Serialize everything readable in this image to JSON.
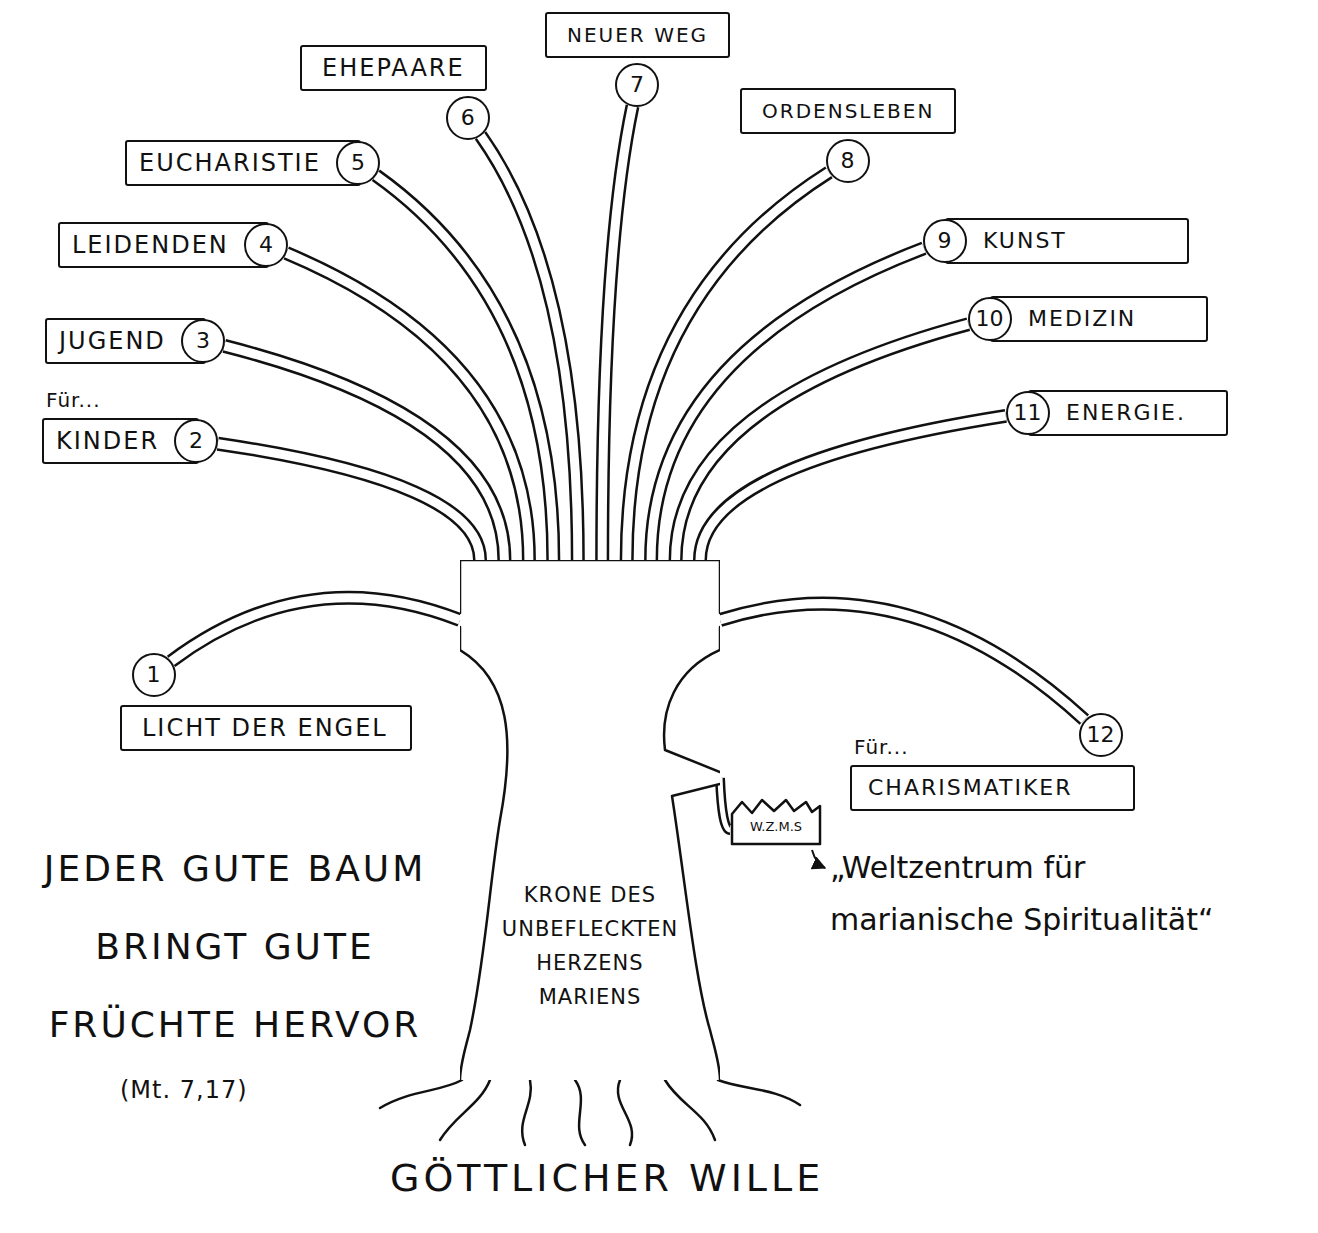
{
  "diagram": {
    "nodes": [
      {
        "text": [
          "LICHT DER ENGEL"
        ]
      },
      {
        "text": [
          "1"
        ],
        "in": 0
      },
      {
        "text": [
          "Für...",
          "KINDER"
        ]
      },
      {
        "text": [
          "2"
        ],
        "in": 2
      },
      {
        "text": [
          "JUGEND"
        ]
      },
      {
        "text": [
          "3"
        ],
        "in": 4
      },
      {
        "text": [
          "LEIDENDEN"
        ]
      },
      {
        "text": [
          "4"
        ],
        "in": 6
      },
      {
        "text": [
          "EUCHARISTIE"
        ]
      },
      {
        "text": [
          "5"
        ],
        "in": 8
      },
      {
        "text": [
          "EHEPAARE"
        ]
      },
      {
        "text": [
          "6"
        ],
        "in": 10
      },
      {
        "text": [
          "NEUER WEG"
        ]
      },
      {
        "text": [
          "7"
        ],
        "in": 12
      },
      {
        "text": [
          "ORDENSLEBEN"
        ]
      },
      {
        "text": [
          "8"
        ],
        "in": 14
      },
      {
        "text": [
          "KUNST"
        ]
      },
      {
        "text": [
          "9"
        ],
        "in": 16
      },
      {
        "text": [
          "MEDIZIN"
        ]
      },
      {
        "text": [
          "10"
        ],
        "in": 18
      },
      {
        "text": [
          "ENERGIE."
        ]
      },
      {
        "text": [
          "11"
        ],
        "in": 20
      },
      {
        "text": [
          "Für...",
          "CHARISMATIKER"
        ]
      },
      {
        "text": [
          "12"
        ],
        "in": 22
      },
      {
        "text": [
          "KRONE DES UNBEFLECKTEN HERZENS MARIENS"
        ]
      },
      {
        "text": [
          "W.Z.M.S"
        ]
      }
    ],
    "edges": [
      {
        "from": 24,
        "to": 1,
        "arrow": "none"
      },
      {
        "from": 24,
        "to": 3,
        "arrow": "none"
      },
      {
        "from": 24,
        "to": 5,
        "arrow": "none"
      },
      {
        "from": 24,
        "to": 7,
        "arrow": "none"
      },
      {
        "from": 24,
        "to": 9,
        "arrow": "none"
      },
      {
        "from": 24,
        "to": 11,
        "arrow": "none"
      },
      {
        "from": 24,
        "to": 13,
        "arrow": "none"
      },
      {
        "from": 24,
        "to": 15,
        "arrow": "none"
      },
      {
        "from": 24,
        "to": 17,
        "arrow": "none"
      },
      {
        "from": 24,
        "to": 19,
        "arrow": "none"
      },
      {
        "from": 24,
        "to": 21,
        "arrow": "none"
      },
      {
        "from": 24,
        "to": 23,
        "arrow": "none"
      },
      {
        "from": 24,
        "to": 25,
        "arrow": "none"
      }
    ],
    "labels": [
      "JEDER GUTE BAUM BRINGT GUTE FRÜCHTE HERVOR",
      "(Mt. 7,17)",
      "„Weltzentrum für marianische Spiritualität“",
      "GÖTTLICHER WILLE"
    ]
  }
}
